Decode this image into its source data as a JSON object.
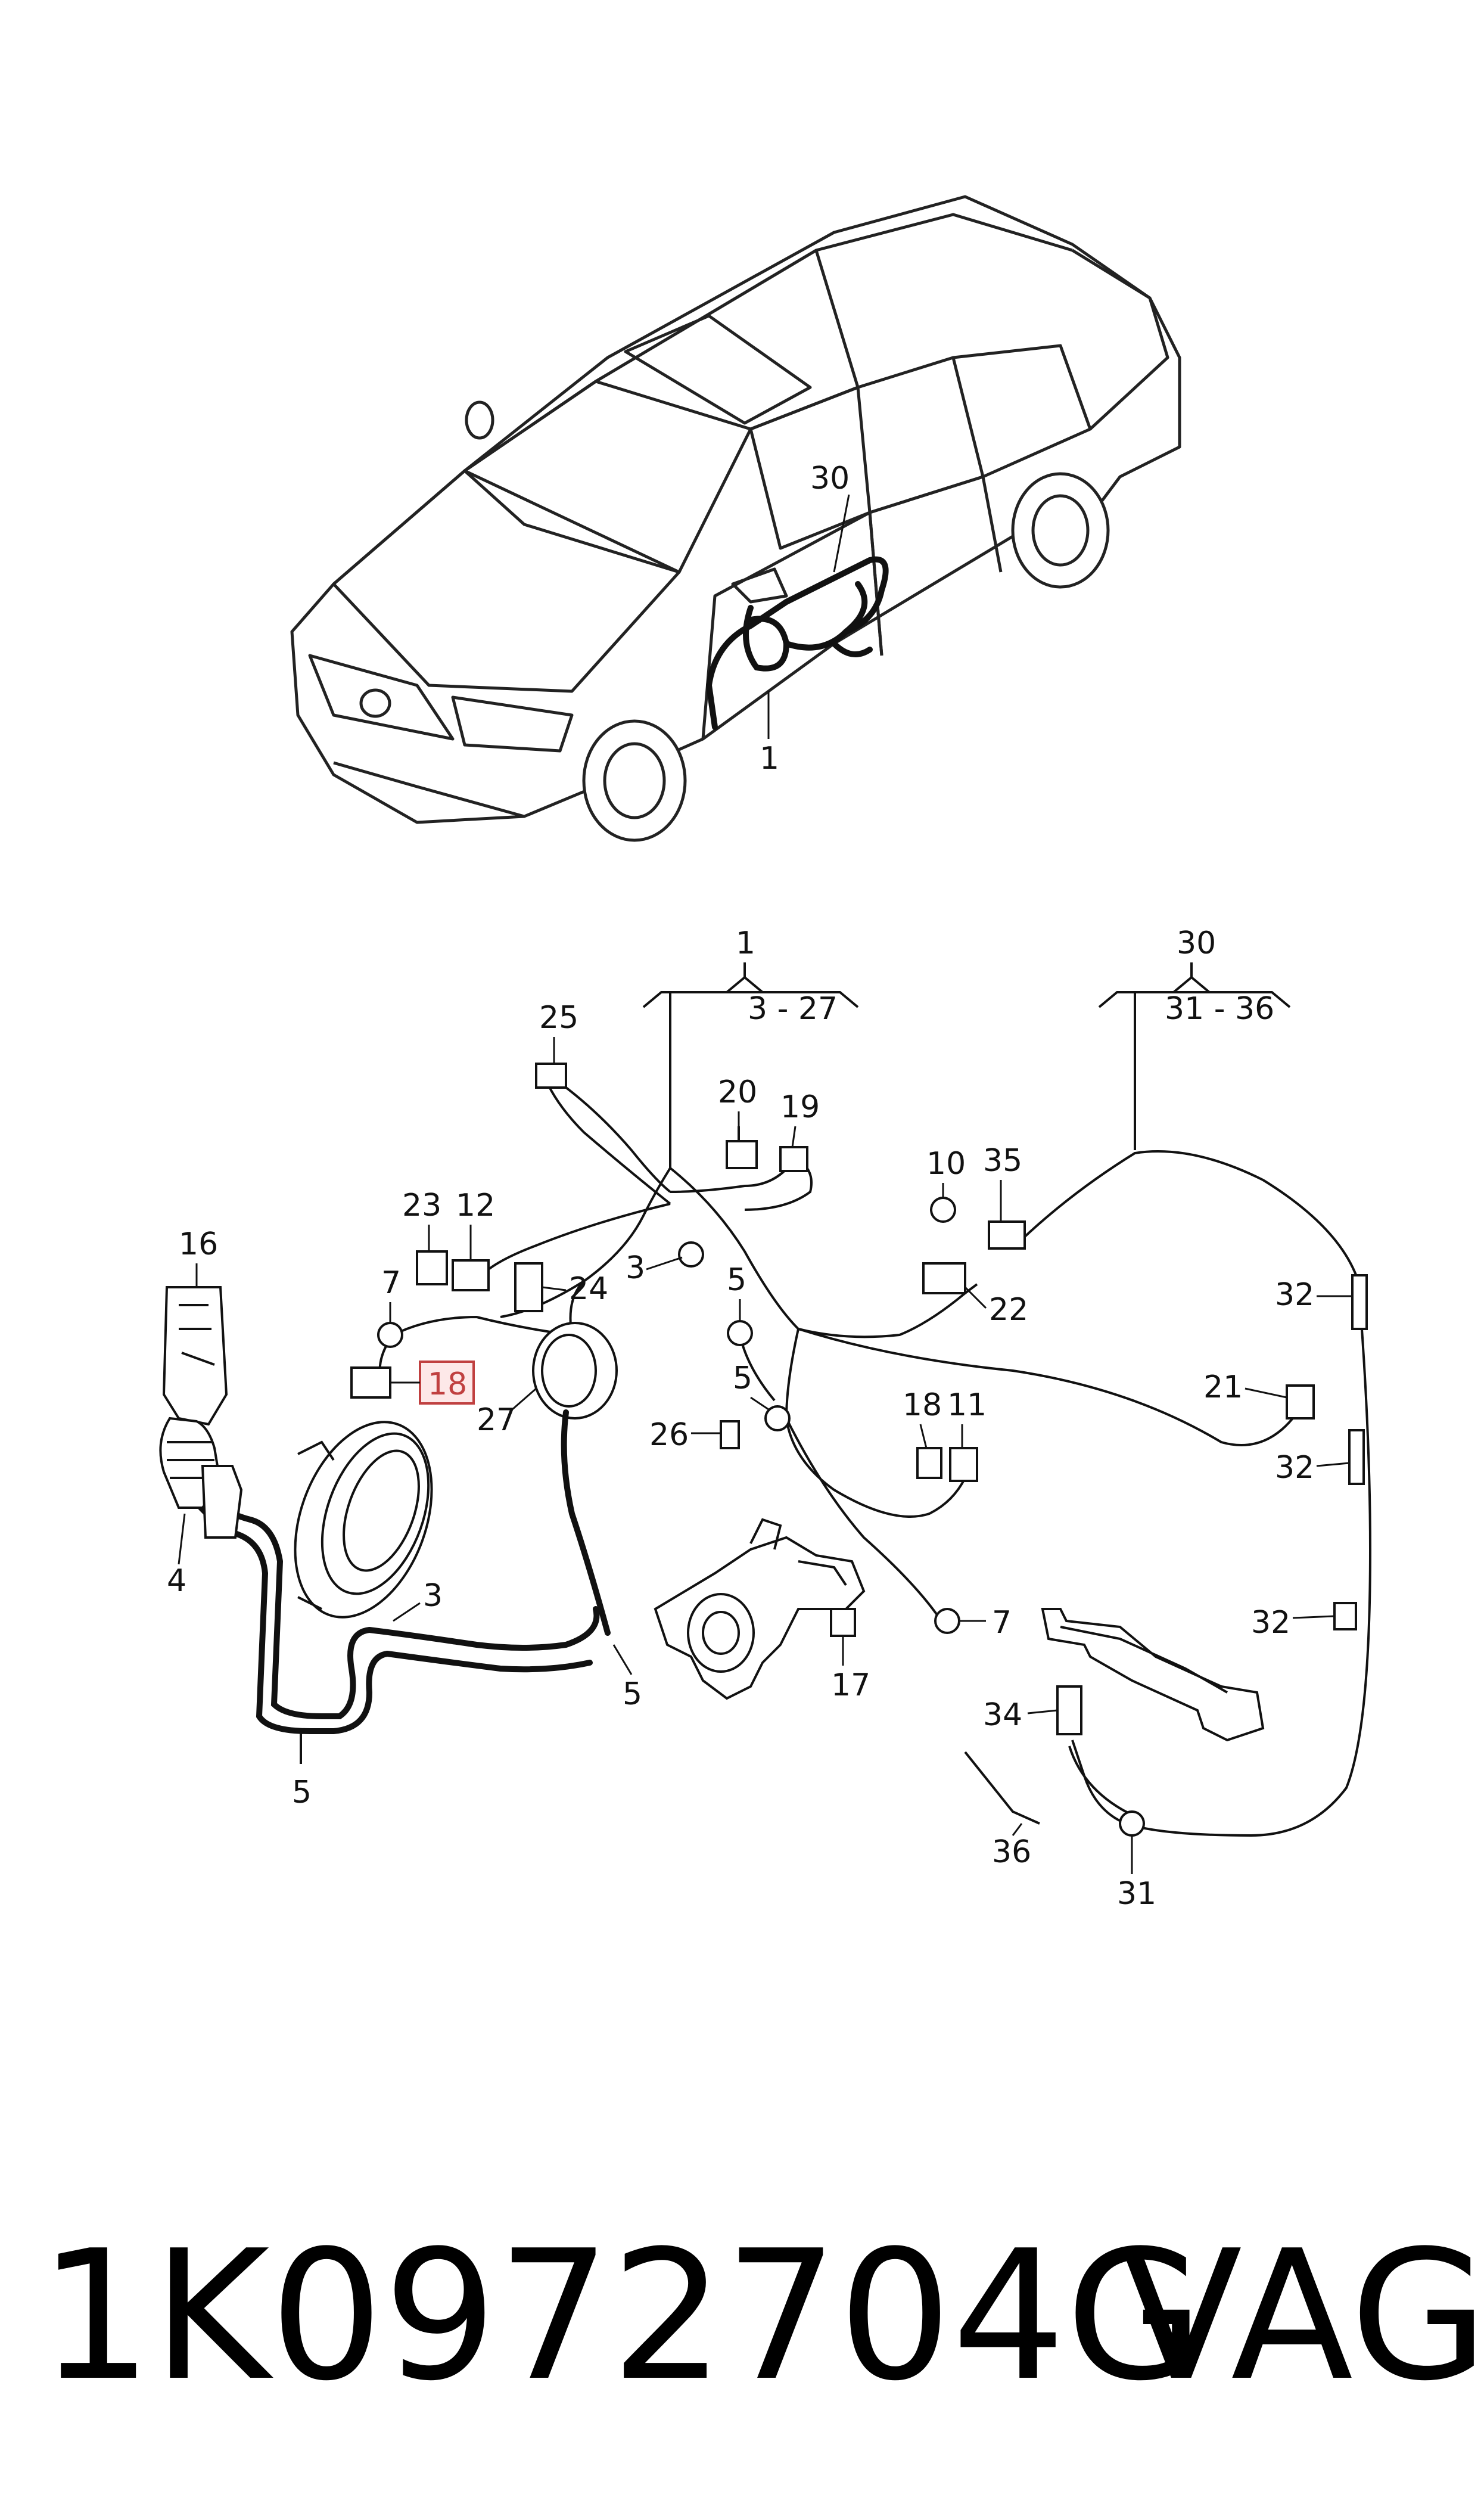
{
  "part_number": "1K0972704G",
  "brand": "VAG",
  "car_labels": {
    "loom_front": "30",
    "loom_main": "1"
  },
  "groups": [
    {
      "id": "1",
      "range": "3 - 27"
    },
    {
      "id": "30",
      "range": "31 - 36"
    }
  ],
  "callouts": {
    "c25": "25",
    "c20": "20",
    "c19": "19",
    "c10": "10",
    "c35": "35",
    "c23": "23",
    "c12": "12",
    "c16": "16",
    "c7a": "7",
    "c3a": "3",
    "c24": "24",
    "c5a": "5",
    "c22": "22",
    "c32a": "32",
    "c18a": "18",
    "c27": "27",
    "c5b": "5",
    "c26": "26",
    "c18b": "18",
    "c11": "11",
    "c21": "21",
    "c32b": "32",
    "c4": "4",
    "c3b": "3",
    "c7b": "7",
    "c32c": "32",
    "c5c": "5",
    "c17": "17",
    "c34": "34",
    "c5d": "5",
    "c36": "36",
    "c31": "31"
  },
  "highlighted_callout": "18",
  "colors": {
    "highlight_border": "#c04040",
    "highlight_fill": "#fde8e8"
  }
}
